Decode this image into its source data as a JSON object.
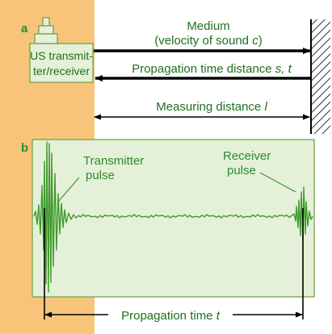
{
  "panel_a": {
    "label": "a",
    "transmitter_label_line1": "US transmit-",
    "transmitter_label_line2": "ter/receiver",
    "medium_line1": "Medium",
    "medium_line2_pre": "(velocity of sound ",
    "medium_line2_var": "c",
    "medium_line2_post": ")",
    "propagation_pre": "Propagation time distance ",
    "propagation_var": "s, t",
    "measuring_pre": "Measuring distance ",
    "measuring_var": "l"
  },
  "panel_b": {
    "label": "b",
    "transmitter_line1": "Transmitter",
    "transmitter_line2": "pulse",
    "receiver_line1": "Receiver",
    "receiver_line2": "pulse",
    "time_pre": "Propagation time ",
    "time_var": "t"
  },
  "colors": {
    "background_tan": "#f8c47a",
    "panel_green": "#e4f1d8",
    "panel_border": "#6b9c3b",
    "label_green": "#2e8b2e",
    "signal": "#3f9a2c",
    "arrow": "#000000"
  }
}
